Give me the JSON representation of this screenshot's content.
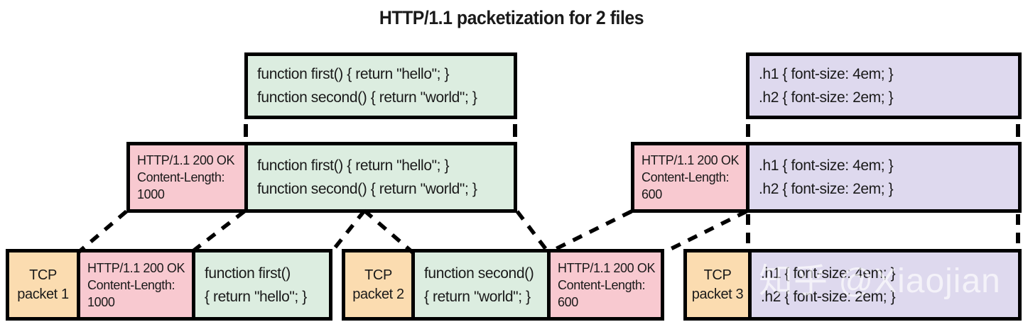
{
  "title": "HTTP/1.1 packetization for 2 files",
  "watermark": "知乎 @Xiaojian",
  "colors": {
    "js_body_green": "#dcede0",
    "css_body_purple": "#ded9ee",
    "http_header_pink": "#f8c9d0",
    "tcp_orange": "#fbdcb0",
    "border_black": "#000000"
  },
  "files": {
    "js": {
      "lines": [
        "function first() { return \"hello\"; }",
        "function second() { return \"world\"; }"
      ]
    },
    "css": {
      "lines": [
        ".h1 { font-size: 4em; }",
        ".h2 { font-size: 2em; }"
      ]
    }
  },
  "responses": {
    "r1": {
      "header": [
        "HTTP/1.1 200 OK",
        "Content-Length:",
        "1000"
      ],
      "body": [
        "function first() { return \"hello\"; }",
        "function second() { return \"world\"; }"
      ]
    },
    "r2": {
      "header": [
        "HTTP/1.1 200 OK",
        "Content-Length:",
        "600"
      ],
      "body": [
        ".h1 { font-size: 4em; }",
        ".h2 { font-size: 2em; }"
      ]
    }
  },
  "packets": {
    "p1": {
      "tcp": [
        "TCP",
        "packet 1"
      ],
      "header": [
        "HTTP/1.1 200 OK",
        "Content-Length:",
        "1000"
      ],
      "body": [
        "function first()",
        "{ return \"hello\"; }"
      ]
    },
    "p2": {
      "tcp": [
        "TCP",
        "packet 2"
      ],
      "body": [
        "function second()",
        "{ return \"world\"; }"
      ],
      "header": [
        "HTTP/1.1 200 OK",
        "Content-Length:",
        "600"
      ]
    },
    "p3": {
      "tcp": [
        "TCP",
        "packet 3"
      ],
      "body": [
        ".h1 { font-size: 4em; }",
        ".h2 { font-size: 2em; }"
      ]
    }
  }
}
